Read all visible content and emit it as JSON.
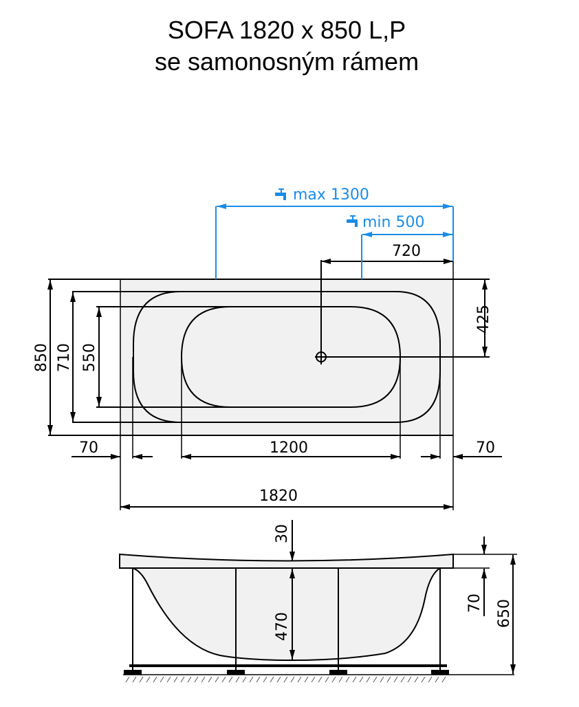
{
  "header": {
    "title_line1": "SOFA 1820 x 850 L,P",
    "title_line2": "se samonosným rámem"
  },
  "colors": {
    "line": "#000000",
    "fill": "#f1f1f1",
    "accent_blue": "#1a8ce8",
    "background": "#ffffff"
  },
  "top_view": {
    "faucet_max_label": "max 1300",
    "faucet_min_label": "min 500",
    "drain_offset_x": "720",
    "drain_offset_y": "425",
    "overall_width_label": "850",
    "inner_width_label": "710",
    "bottom_width_label": "550",
    "rim_left": "70",
    "rim_right": "70",
    "bottom_length": "1200",
    "overall_length": "1820"
  },
  "side_view": {
    "rim_dip": "30",
    "depth": "470",
    "rim_thickness": "70",
    "total_height": "650"
  },
  "icons": {
    "faucet": "faucet-icon",
    "drain": "drain-icon"
  }
}
